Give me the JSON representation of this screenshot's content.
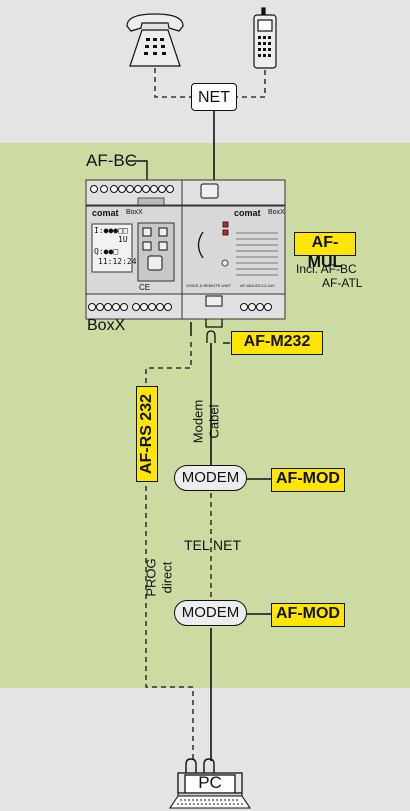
{
  "labels": {
    "net": "NET",
    "af_bc": "AF-BC",
    "af_mul": "AF-MUL",
    "incl_line1": "Incl. AF-BC",
    "incl_line2": "AF-ATL",
    "boxx": "BoxX",
    "af_m232": "AF-M232",
    "af_rs232": "AF-RS 232",
    "modem_cabel_line1": "Modem",
    "modem_cabel_line2": "Cabel",
    "modem_top": "MODEM",
    "af_mod_top": "AF-MOD",
    "tel_net": "TEL NET",
    "prog_direct_line1": "PROG",
    "prog_direct_line2": "direct",
    "modem_bottom": "MODEM",
    "af_mod_bottom": "AF-MOD",
    "pc": "PC"
  },
  "device": {
    "brand_left": "comat",
    "model_left": "BoxX",
    "brand_right": "comat",
    "model_right": "BoxX",
    "lcd_line1": "I:●●●□□",
    "lcd_line2": "1U",
    "lcd_line3": "Q:●●□",
    "lcd_line4": "11:12:24",
    "ce_mark": "CE",
    "voice_label": "VOICE & REMOTE UNIT",
    "mul_label": "AF-MUL/DC12-24V"
  },
  "icons": [
    "desk-phone-icon",
    "mobile-phone-icon",
    "pc-monitor-icon",
    "keyboard-icon"
  ],
  "colors": {
    "background_outer": "#e4e4e4",
    "background_inner": "#ccdba2",
    "tag_fill": "#ffe600",
    "line": "#111111"
  }
}
